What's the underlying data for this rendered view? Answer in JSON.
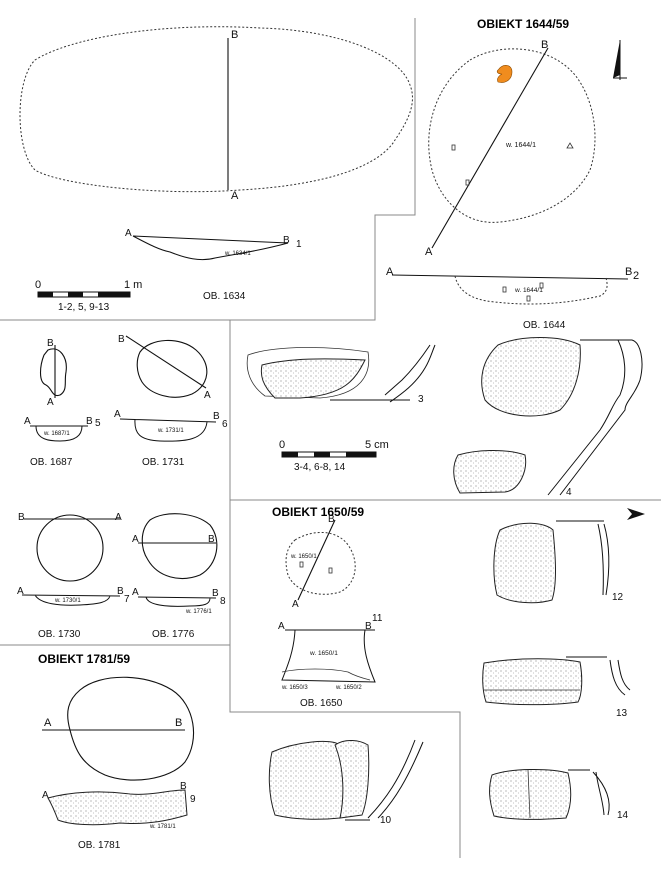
{
  "titles": {
    "obiekt_1644": "OBIEKT 1644/59",
    "obiekt_1650": "OBIEKT 1650/59",
    "obiekt_1781": "OBIEKT 1781/59"
  },
  "scales": {
    "meter": {
      "zero": "0",
      "end": "1 m",
      "applies": "1-2, 5, 9-13"
    },
    "cm": {
      "zero": "0",
      "end": "5 cm",
      "applies": "3-4, 6-8, 14"
    }
  },
  "features": {
    "f1634": {
      "caption": "OB. 1634",
      "fill_label": "w. 1634/1",
      "figure": "1"
    },
    "f1644": {
      "caption": "OB. 1644",
      "fill_label": "w. 1644/1",
      "fill_label_section": "w. 1644/1",
      "figure": "2"
    },
    "f1687": {
      "caption": "OB. 1687",
      "fill_label": "w. 1687/1",
      "figure": "5"
    },
    "f1731": {
      "caption": "OB. 1731",
      "fill_label": "w. 1731/1",
      "figure": "6"
    },
    "f1730": {
      "caption": "OB. 1730",
      "fill_label": "w. 1730/1",
      "figure": "7"
    },
    "f1776": {
      "caption": "OB. 1776",
      "fill_label": "w. 1776/1",
      "figure": "8"
    },
    "f1650": {
      "caption": "OB. 1650",
      "fill_label": "w. 1650/1",
      "fill_label_section": "w. 1650/1",
      "fill_label_2": "w. 1650/2",
      "fill_label_3": "w. 1650/3",
      "figure": "11"
    },
    "f1781": {
      "caption": "OB. 1781",
      "fill_label": "w. 1781/1",
      "figure": "9"
    }
  },
  "section_letters": {
    "a": "A",
    "b": "B"
  },
  "sherds": {
    "s3": "3",
    "s4": "4",
    "s10": "10",
    "s12": "12",
    "s13": "13",
    "s14": "14"
  },
  "colors": {
    "ink": "#111111",
    "accent": "#f08c1e",
    "divider": "#888888"
  }
}
